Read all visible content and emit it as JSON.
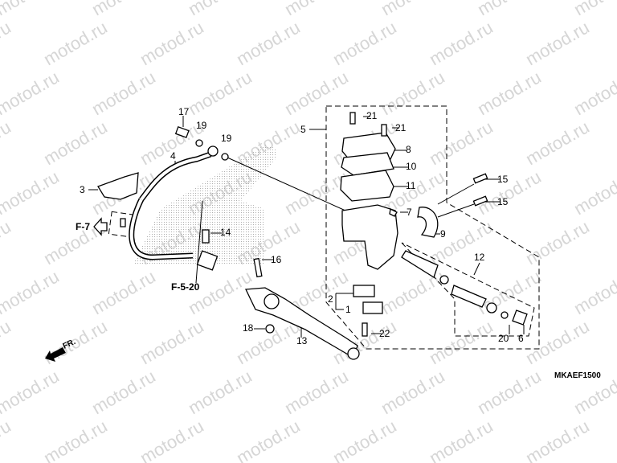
{
  "watermark": "motod.ru",
  "diagram_code": "MKAEF1500",
  "references": {
    "f7": "F-7",
    "f520": "F-5-20",
    "front": "FR."
  },
  "callouts": {
    "p1": "1",
    "p2": "2",
    "p3": "3",
    "p4": "4",
    "p5": "5",
    "p6": "6",
    "p7": "7",
    "p8": "8",
    "p9": "9",
    "p10": "10",
    "p11": "11",
    "p12": "12",
    "p13": "13",
    "p14": "14",
    "p15a": "15",
    "p15b": "15",
    "p16": "16",
    "p17": "17",
    "p18": "18",
    "p19a": "19",
    "p19b": "19",
    "p20": "20",
    "p21a": "21",
    "p21b": "21",
    "p22": "22"
  },
  "colors": {
    "line": "#000000",
    "watermark": "#d6d6d6",
    "shading": "#bdbdbd"
  }
}
